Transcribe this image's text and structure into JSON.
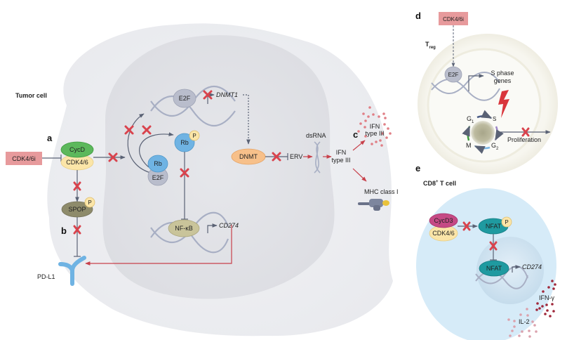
{
  "figure": {
    "panels": {
      "a": "a",
      "b": "b",
      "c": "c",
      "d": "d",
      "e": "e"
    },
    "tumor_cell": {
      "title": "Tumor cell",
      "drug": "CDK4/6i",
      "cycd": "CycD",
      "cdk46": "CDK4/6",
      "spop": "SPOP",
      "phospho": "P",
      "pdl1": "PD-L1",
      "e2f_top": "E2F",
      "dnmt1_gene": "DNMT1",
      "rb_p": "Rb",
      "rb": "Rb",
      "e2f_bound": "E2F",
      "nfkb": "NF-κB",
      "cd274_gene": "CD274",
      "dnmt": "DNMT",
      "erv": "ERV",
      "dsrna": "dsRNA",
      "ifn_line1": "IFN",
      "ifn_line2": "type III",
      "ifn_out_line1": "IFN",
      "ifn_out_line2": "type III",
      "mhc": "MHC class I"
    },
    "treg": {
      "drug": "CDK4/6i",
      "cell_label": "T",
      "cell_label_sub": "reg",
      "e2f": "E2F",
      "s_phase_line1": "S phase",
      "s_phase_line2": "genes",
      "g1": "G",
      "g1_sub": "1",
      "s": "S",
      "g2": "G",
      "g2_sub": "2",
      "m": "M",
      "proliferation": "Proliferation"
    },
    "cd8": {
      "cell_label": "CD8",
      "cell_label_sup": "+",
      "cell_label_rest": " T cell",
      "cycd3": "CycD3",
      "cdk46": "CDK4/6",
      "nfat_p": "NFAT",
      "phospho": "P",
      "nfat": "NFAT",
      "cd274_gene": "CD274",
      "ifng": "IFN-γ",
      "il2": "IL-2"
    },
    "colors": {
      "inhibition_x": "#d9434d",
      "drug_box": "#e79a9c",
      "cycd": "#5cb85c",
      "cdk46": "#fbe5a8",
      "spop": "#8e8b6b",
      "rb": "#6fb3e3",
      "e2f": "#b9bdcc",
      "nfkb": "#c9c49a",
      "dnmt": "#f7c08a",
      "pdl1": "#6fb3e3",
      "cycd3": "#c54a85",
      "nfat": "#1f9aa0",
      "ifn_dots": "#e07f86",
      "ifng_dots": "#a0283b",
      "il2_dots": "#dba2ad",
      "cd8_cell": "#d6ebf8",
      "treg_cell": "#f4f2ea"
    }
  }
}
